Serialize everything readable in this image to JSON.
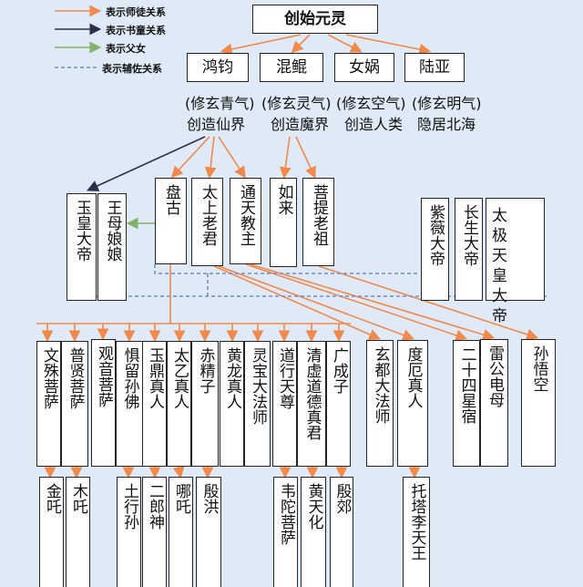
{
  "legend": [
    "表示师徒关系",
    "表示书童关系",
    "表示父女",
    "表示辅佐关系"
  ],
  "colors": {
    "master": "#f0894a",
    "servant": "#2b2f4a",
    "parent": "#7fb36a",
    "assist": "#6f8fc8",
    "bg": "#dfeaf6"
  },
  "root": "创始元灵",
  "gen1": [
    "鸿钧",
    "混鲲",
    "女娲",
    "陆亚"
  ],
  "gen1_notes": [
    "(修玄青气)",
    "(修玄灵气)",
    "(修玄空气)",
    "(修玄明气)"
  ],
  "gen1_roles": [
    "创造仙界",
    "创造魔界",
    "创造人类",
    "隐居北海"
  ],
  "gen2": [
    "盘古",
    "太上老君",
    "通天教主",
    "如来",
    "菩提老祖"
  ],
  "heaven": [
    "玉皇大帝",
    "王母娘娘"
  ],
  "emperors": [
    "紫薇大帝",
    "长生大帝",
    "太极天皇大帝"
  ],
  "gen3": [
    "文殊菩萨",
    "普贤菩萨",
    "观音菩萨",
    "惧留孙佛",
    "玉鼎真人",
    "太乙真人",
    "赤精子",
    "黄龙真人",
    "灵宝大法师",
    "道行天尊",
    "清虚道德真君",
    "广成子",
    "玄都大法师",
    "度厄真人",
    "二十四星宿",
    "雷公电母",
    "孙悟空"
  ],
  "gen4": [
    "金吒",
    "木吒",
    "土行孙",
    "二郎神",
    "哪吒",
    "殷洪",
    "韦陀菩萨",
    "黄天化",
    "殷郊",
    "托塔李天王"
  ]
}
